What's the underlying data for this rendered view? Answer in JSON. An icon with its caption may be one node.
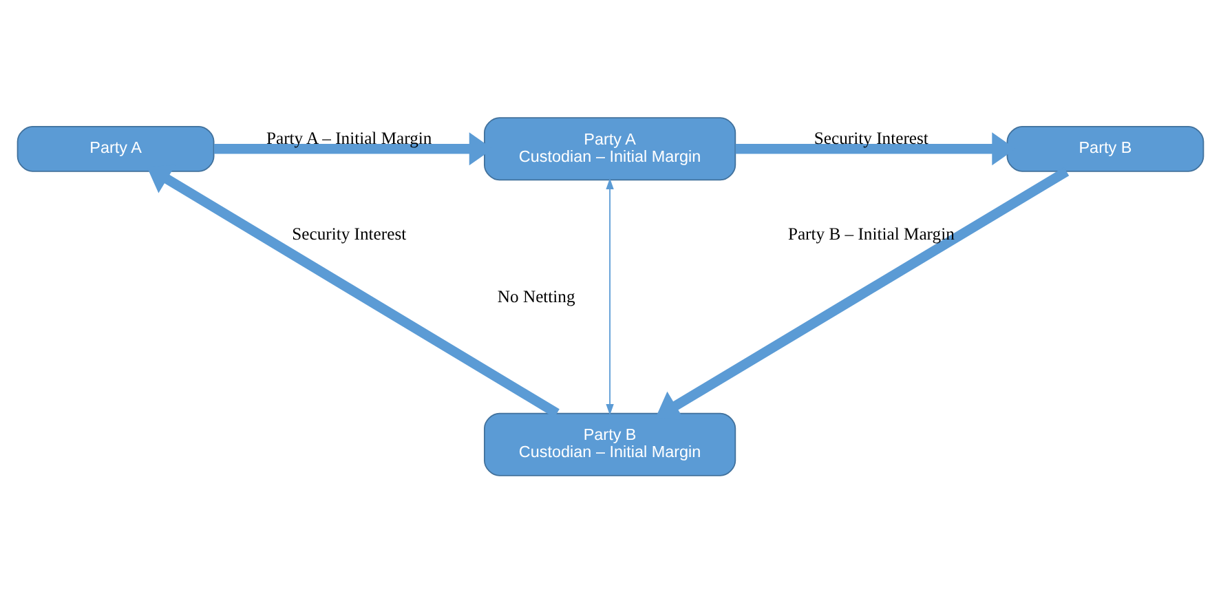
{
  "diagram": {
    "nodes": [
      {
        "text": [
          "Party A",
          "Custodian – Initial Margin"
        ]
      },
      {
        "text": [
          "Party A"
        ]
      },
      {
        "text": [
          "Party B"
        ]
      },
      {
        "text": [
          "Party B",
          "Custodian – Initial Margin"
        ]
      }
    ],
    "edges": [
      {
        "from": 1,
        "to": 0,
        "arrow": "to",
        "label": "Party A – Initial Margin"
      },
      {
        "from": 0,
        "to": 2,
        "arrow": "to",
        "label": "Security Interest"
      },
      {
        "from": 2,
        "to": 3,
        "arrow": "to",
        "label": "Party B – Initial Margin"
      },
      {
        "from": 3,
        "to": 1,
        "arrow": "to",
        "label": "Security Interest"
      },
      {
        "from": 0,
        "to": 3,
        "arrow": "both",
        "label": "No Netting"
      }
    ]
  }
}
